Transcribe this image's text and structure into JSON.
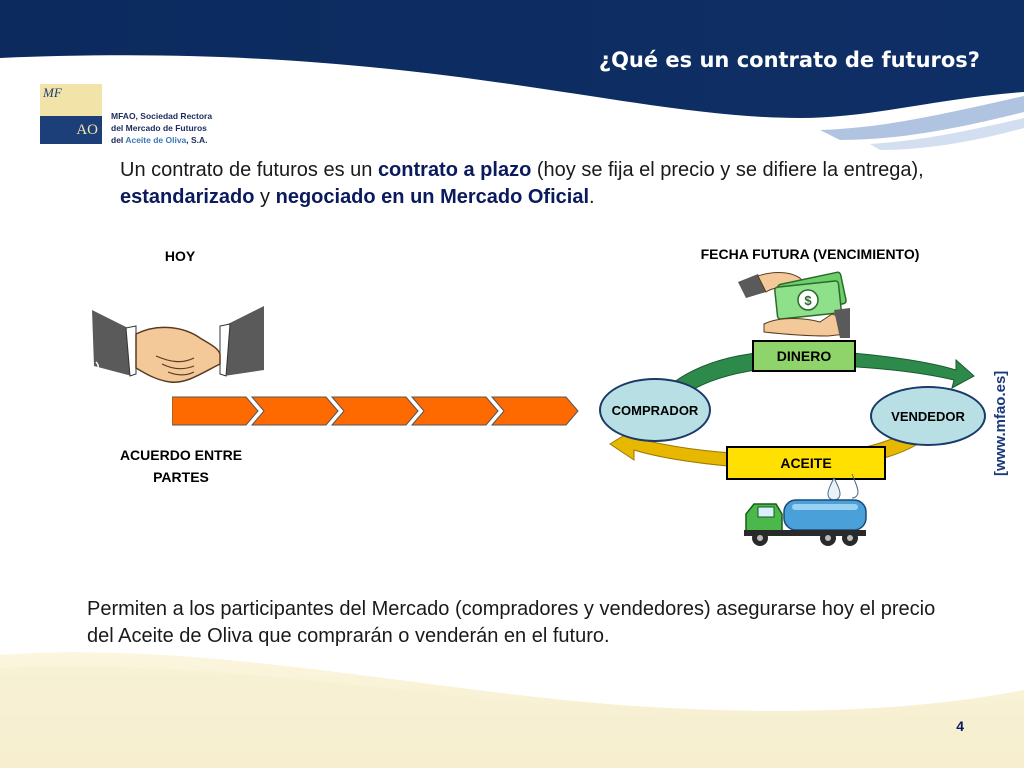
{
  "slide": {
    "title": "¿Qué es un contrato de futuros?",
    "page_number": "4"
  },
  "logo": {
    "mark_top": "MF",
    "mark_bottom": "AO",
    "line1": "MFAO, Sociedad Rectora",
    "line2": "del Mercado de Futuros",
    "line3_prefix": "del ",
    "line3_highlight": "Aceite de Oliva",
    "line3_suffix": ", S.A."
  },
  "intro": {
    "t1": "Un contrato de futuros es un ",
    "b1": "contrato a plazo",
    "t2": " (hoy se fija el precio y se difiere la entrega), ",
    "b2": "estandarizado",
    "t3": " y ",
    "b3": "negociado en un Mercado Oficial",
    "t4": "."
  },
  "diagram": {
    "today_label": "HOY",
    "future_label": "FECHA FUTURA (VENCIMIENTO)",
    "agreement_label": "ACUERDO ENTRE PARTES",
    "money_label": "DINERO",
    "oil_label": "ACEITE",
    "buyer_label": "COMPRADOR",
    "seller_label": "VENDEDOR",
    "money_box_color": "#8ed46a",
    "oil_box_color": "#ffe000",
    "arrow_color": "#ff6a00"
  },
  "conclusion": "Permiten a los participantes del Mercado  (compradores y vendedores) asegurarse hoy el precio del Aceite de Oliva que comprarán o venderán en el futuro.",
  "website": "[www.mfao.es]",
  "colors": {
    "header_navy": "#0c2a5e",
    "accent_blue": "#3a78b8",
    "cream": "#f6f0d4"
  }
}
